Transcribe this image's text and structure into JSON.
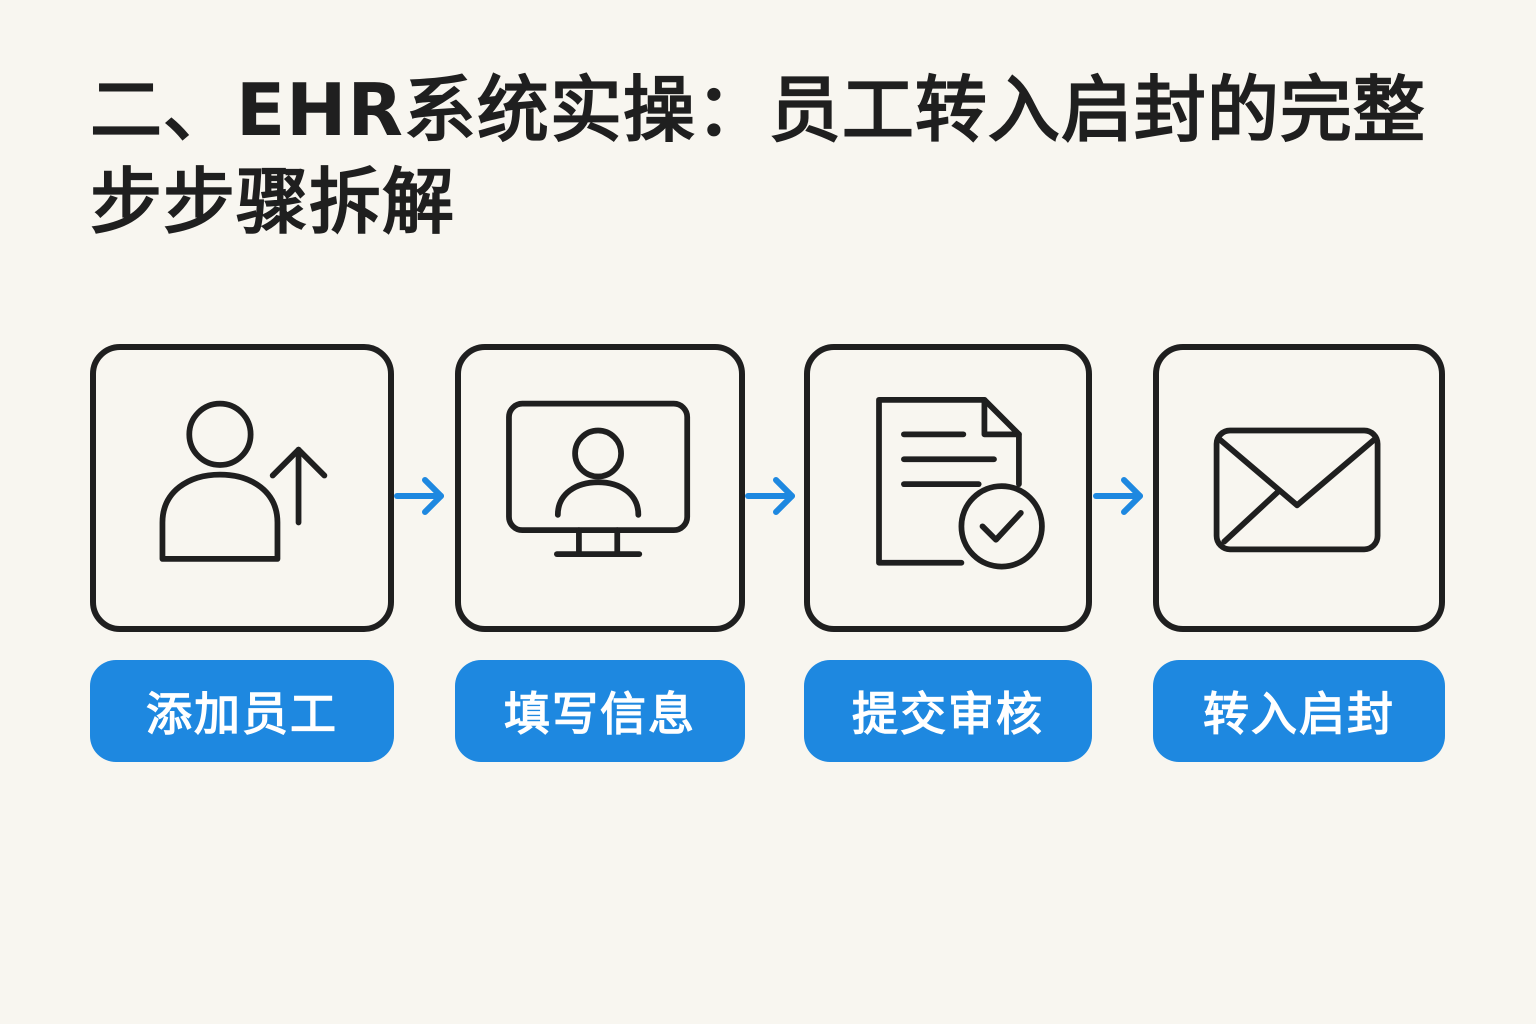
{
  "title": "二、EHR系统实操：员工转入启封的完整步步骤拆解",
  "accent_color": "#1e88e0",
  "steps": [
    {
      "label": "添加员工",
      "icon": "add-user-icon"
    },
    {
      "label": "填写信息",
      "icon": "monitor-user-icon"
    },
    {
      "label": "提交审核",
      "icon": "document-check-icon"
    },
    {
      "label": "转入启封",
      "icon": "envelope-icon"
    }
  ],
  "connector_icon": "arrow-right-icon"
}
